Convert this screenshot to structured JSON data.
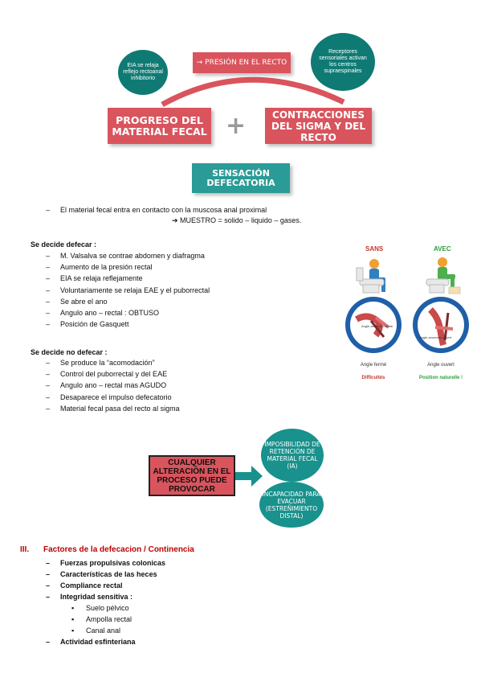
{
  "diagram1": {
    "circle_left": "EIA se relaja reflejo rectoanal inhibitorio",
    "presion_label": "→ PRESIÓN EN EL RECTO",
    "circle_right": "Receptores sensoriales activan los centros supraespinales",
    "progreso_label": "PROGRESO DEL MATERIAL FECAL",
    "plus": "+",
    "contracciones_label": "CONTRACCIONES DEL SIGMA Y DEL RECTO",
    "sensacion_label": "SENSACIÓN DEFECATORIA"
  },
  "intro": {
    "dash": "–",
    "line1": "El material fecal entra en contacto con la muscosa anal proximal",
    "line2": "➔ MUESTRO = solido – liquido – gases."
  },
  "defecar": {
    "heading": "Se decide defecar :",
    "items": [
      "M. Valsalva se contrae abdomen y diafragma",
      "Aumento de la presión rectal",
      "EIA se relaja reflejamente",
      "Voluntariamente se relaja EAE y el puborrectal",
      "Se abre el ano",
      "Angulo ano – rectal : OBTUSO",
      "Posición de Gasquett"
    ]
  },
  "no_defecar": {
    "heading": "Se decide no defecar :",
    "items": [
      "Se produce la “acomodación”",
      "Control del puborrectal y del EAE",
      "Angulo ano – rectal mas AGUDO",
      "Desaparece el impulso defecatorio",
      "Material fecal pasa del recto al sigma"
    ]
  },
  "illustration": {
    "sans": "SANS",
    "avec": "AVEC",
    "angle_ferme_inner": "Angle anorectal fermé",
    "angle_ouvert_inner": "Angle anorectal ouvert",
    "angle_ferme": "Angle fermé",
    "angle_ouvert": "Angle ouvert",
    "difficultes": "Difficultés",
    "position_naturelle": "Position naturelle !",
    "colors": {
      "sans": "#c0392b",
      "avec": "#2e9e3a"
    }
  },
  "diagram2": {
    "cualquier": "CUALQUIER ALTERACIÓN EN EL PROCESO PUEDE PROVOCAR",
    "oval1": "IMPOSIBILIDAD DE RETENCIÓN DE MATERIAL FECAL (IA)",
    "oval2": "INCAPACIDAD PARA EVACUAR (ESTREÑIMIENTO DISTAL)"
  },
  "section3": {
    "number": "III.",
    "title": "Factores de la defecacion / Continencia",
    "items": [
      "Fuerzas propulsivas colonicas",
      "Características de las heces",
      "Compliance rectal",
      "Integridad sensitiva :"
    ],
    "subitems": [
      "Suelo pélvico",
      "Ampolla rectal",
      "Canal anal"
    ],
    "last_item": "Actividad esfinteriana"
  }
}
